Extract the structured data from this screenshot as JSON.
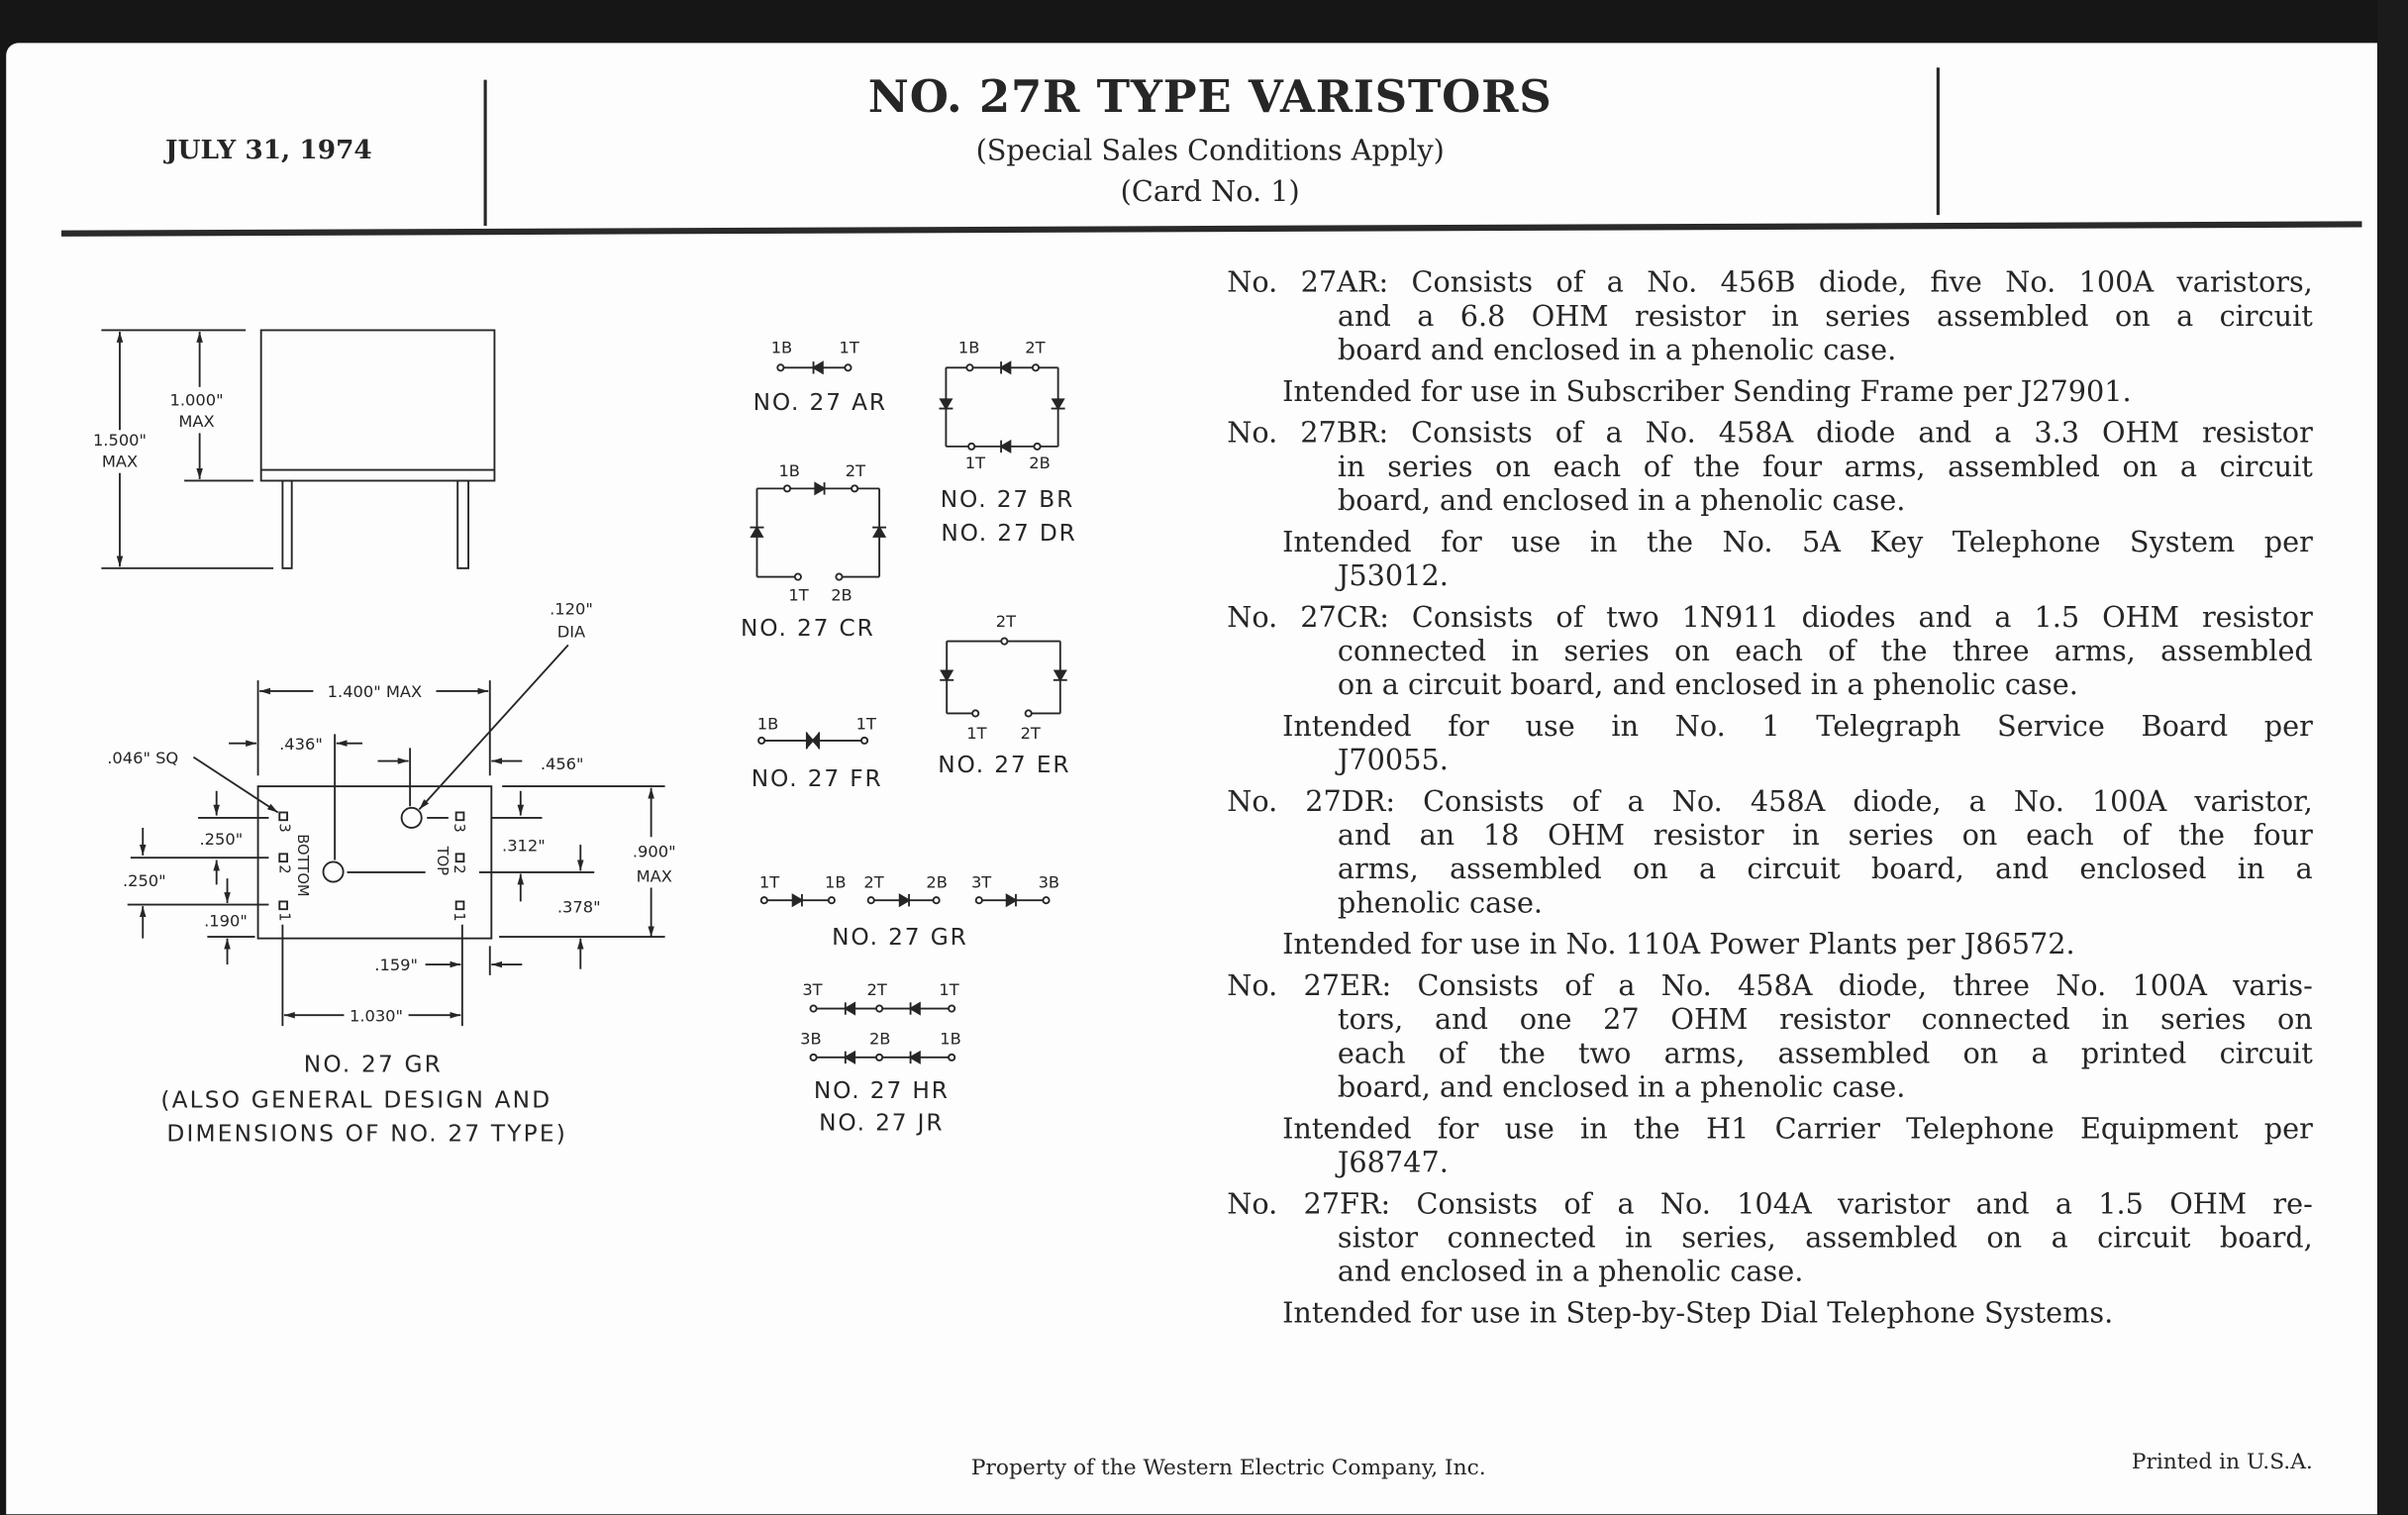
{
  "header": {
    "date": "JULY 31, 1974",
    "title": "NO. 27R TYPE VARISTORS",
    "subtitle": "(Special Sales Conditions Apply)",
    "card": "(Card No. 1)"
  },
  "footer": {
    "property": "Property of the Western Electric Company, Inc.",
    "printed": "Printed in U.S.A."
  },
  "drawing": {
    "side": {
      "total_height": "1.500\"",
      "body_height": "1.000\"",
      "max": "MAX"
    },
    "bottom": {
      "width": "1.400\" MAX",
      "d436": ".436\"",
      "d456": ".456\"",
      "hole_dia": ".120\"",
      "dia": "DIA",
      "pin_sq": ".046\" SQ",
      "d250a": ".250\"",
      "d250b": ".250\"",
      "d190": ".190\"",
      "d312": ".312\"",
      "d378": ".378\"",
      "d900": ".900\"",
      "max": "MAX",
      "d159": ".159\"",
      "d1030": "1.030\"",
      "bottom_label": "BOTTOM",
      "top_label": "TOP",
      "pins": [
        "3",
        "2",
        "1"
      ]
    },
    "caption": [
      "NO. 27 GR",
      "(ALSO GENERAL DESIGN AND",
      "DIMENSIONS OF NO. 27 TYPE)"
    ]
  },
  "schematics": {
    "ar": {
      "pins": [
        "1B",
        "1T"
      ],
      "caption": "NO. 27 AR"
    },
    "br": {
      "pins": [
        "1B",
        "2T",
        "1T",
        "2B"
      ],
      "captions": [
        "NO. 27 BR",
        "NO. 27 DR"
      ]
    },
    "cr": {
      "pins": [
        "1B",
        "2T",
        "1T",
        "2B"
      ],
      "caption": "NO. 27 CR"
    },
    "er": {
      "pins": [
        "2T",
        "1T",
        "2T"
      ],
      "caption": "NO. 27 ER"
    },
    "fr": {
      "pins": [
        "1B",
        "1T"
      ],
      "caption": "NO. 27 FR"
    },
    "gr": {
      "pins": [
        "1T",
        "1B",
        "2T",
        "2B",
        "3T",
        "3B"
      ],
      "caption": "NO. 27 GR"
    },
    "hr": {
      "top_pins": [
        "3T",
        "2T",
        "1T"
      ],
      "bottom_pins": [
        "3B",
        "2B",
        "1B"
      ],
      "captions": [
        "NO. 27 HR",
        "NO. 27 JR"
      ]
    }
  },
  "descriptions": [
    {
      "type": "spec",
      "lines": [
        "No. 27AR: Consists of a No. 456B diode, five No. 100A varistors,",
        "and a 6.8 OHM resistor in series assembled on a circuit",
        "board and enclosed in a phenolic case."
      ]
    },
    {
      "type": "use",
      "lines": [
        "Intended for use in Subscriber Sending Frame per J27901."
      ]
    },
    {
      "type": "spec",
      "lines": [
        "No. 27BR: Consists of a No. 458A diode and a 3.3 OHM resistor",
        "in series on each of the four arms, assembled on a circuit",
        "board, and enclosed in a phenolic case."
      ]
    },
    {
      "type": "use",
      "lines": [
        "Intended for use in the No. 5A Key Telephone System per",
        "J53012."
      ]
    },
    {
      "type": "spec",
      "lines": [
        "No. 27CR: Consists of two 1N911 diodes and a 1.5 OHM resistor",
        "connected in series on each of the three arms, assembled",
        "on a circuit board, and enclosed in a phenolic case."
      ]
    },
    {
      "type": "use",
      "lines": [
        "Intended for use in No. 1 Telegraph Service Board per",
        "J70055."
      ]
    },
    {
      "type": "spec",
      "lines": [
        "No. 27DR: Consists of a No. 458A diode, a No. 100A varistor,",
        "and an 18 OHM resistor in series on each of the four",
        "arms, assembled on a circuit board, and enclosed in a",
        "phenolic case."
      ]
    },
    {
      "type": "use",
      "lines": [
        "Intended for use in No. 110A Power Plants per J86572."
      ]
    },
    {
      "type": "spec",
      "lines": [
        "No. 27ER: Consists of a No. 458A diode, three No. 100A varis-",
        "tors, and one 27 OHM resistor connected in series on",
        "each of the two arms, assembled on a printed circuit",
        "board, and enclosed in a phenolic case."
      ]
    },
    {
      "type": "use",
      "lines": [
        "Intended for use in the H1 Carrier Telephone Equipment per",
        "J68747."
      ]
    },
    {
      "type": "spec",
      "lines": [
        "No. 27FR: Consists of a No. 104A varistor and a 1.5 OHM re-",
        "sistor connected in series, assembled on a circuit board,",
        "and enclosed in a phenolic case."
      ]
    },
    {
      "type": "use",
      "lines": [
        "Intended for use in Step-by-Step Dial Telephone Systems."
      ]
    }
  ]
}
